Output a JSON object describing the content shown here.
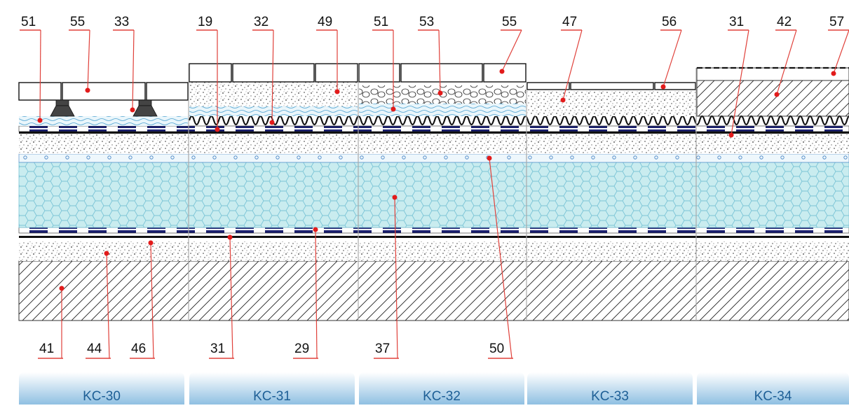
{
  "callouts_top": [
    {
      "label": "51"
    },
    {
      "label": "55"
    },
    {
      "label": "33"
    },
    {
      "label": "19"
    },
    {
      "label": "32"
    },
    {
      "label": "49"
    },
    {
      "label": "51"
    },
    {
      "label": "53"
    },
    {
      "label": "55"
    },
    {
      "label": "47"
    },
    {
      "label": "56"
    },
    {
      "label": "31"
    },
    {
      "label": "42"
    },
    {
      "label": "57"
    }
  ],
  "callouts_bottom": [
    {
      "label": "41"
    },
    {
      "label": "44"
    },
    {
      "label": "46"
    },
    {
      "label": "31"
    },
    {
      "label": "29"
    },
    {
      "label": "37"
    },
    {
      "label": "50"
    }
  ],
  "tabs": [
    {
      "label": "KC-30"
    },
    {
      "label": "KC-31"
    },
    {
      "label": "KC-32"
    },
    {
      "label": "KC-33"
    },
    {
      "label": "KC-34"
    }
  ],
  "colors": {
    "callout_line": "#e0403a",
    "marker": "#e21b1b",
    "insulation_fill": "#c9ecef",
    "insulation_stroke": "#7bc4d6",
    "membrane_dark": "#1a1f6e",
    "tab_top": "#ffffff",
    "tab_bottom": "#8fc0e2",
    "tab_text": "#1e5f96"
  }
}
